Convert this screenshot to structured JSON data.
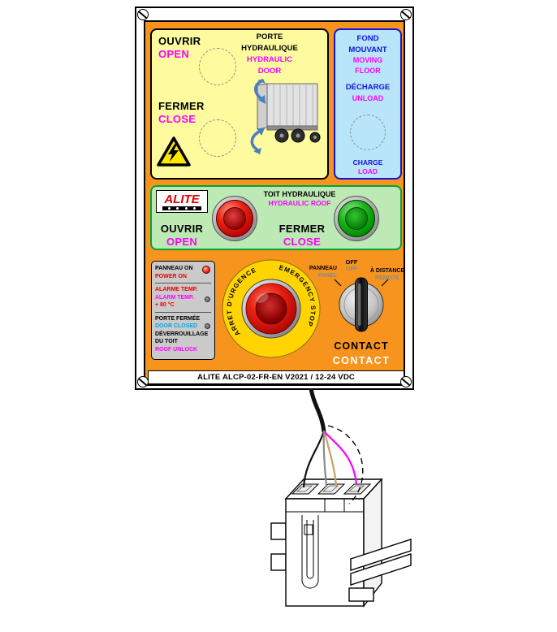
{
  "device": {
    "footer_label": "ALITE ALCP-02-FR-EN V2021 / 12-24 VDC"
  },
  "door_section": {
    "open_fr": "OUVRIR",
    "open_en": "OPEN",
    "close_fr": "FERMER",
    "close_en": "CLOSE",
    "title_fr_line1": "PORTE",
    "title_fr_line2": "HYDRAULIQUE",
    "title_en_line1": "HYDRAULIC",
    "title_en_line2": "DOOR"
  },
  "floor_section": {
    "title_fr_line1": "FOND",
    "title_fr_line2": "MOUVANT",
    "title_en_line1": "MOVING",
    "title_en_line2": "FLOOR",
    "unload_fr": "DÉCHARGE",
    "unload_en": "UNLOAD",
    "load_fr": "CHARGE",
    "load_en": "LOAD"
  },
  "roof_section": {
    "brand": "ALITE",
    "title_fr": "TOIT HYDRAULIQUE",
    "title_en": "HYDRAULIC ROOF",
    "open_fr": "OUVRIR",
    "open_en": "OPEN",
    "close_fr": "FERMER",
    "close_en": "CLOSE"
  },
  "status_panel": {
    "power_fr": "PANNEAU ON",
    "power_en": "POWER ON",
    "temp_alarm_fr": "ALARME TEMP.",
    "temp_alarm_en": "ALARM TEMP.",
    "temp_value": "+ 80 °C",
    "door_closed_fr": "PORTE FERMÉE",
    "door_closed_en": "DOOR CLOSED",
    "roof_unlock_fr_line1": "DÉVERROUILLAGE",
    "roof_unlock_fr_line2": "DU TOIT",
    "roof_unlock_en": "ROOF UNLOCK"
  },
  "emergency_stop": {
    "label_fr": "ARRET D'URGENCE",
    "label_en": "EMERGENCY STOP"
  },
  "mode_selector": {
    "off_fr": "OFF",
    "off_en": "OFF",
    "panel_fr": "PANNEAU",
    "panel_en": "PANEL",
    "remote_fr": "À DISTANCE",
    "remote_en": "REMOTE",
    "contact_line1": "CONTACT",
    "contact_line2": "CONTACT"
  },
  "colors": {
    "panel_orange": "#F7941E",
    "door_section_bg": "#FDFB9E",
    "floor_section_bg": "#B9E5FB",
    "roof_section_bg": "#BDE9B4",
    "magenta_text": "#FF00FF",
    "blue_text": "#1212E0",
    "red_text": "#E80000",
    "cyan_text": "#00A6E8",
    "estop_yellow": "#FFD400"
  }
}
